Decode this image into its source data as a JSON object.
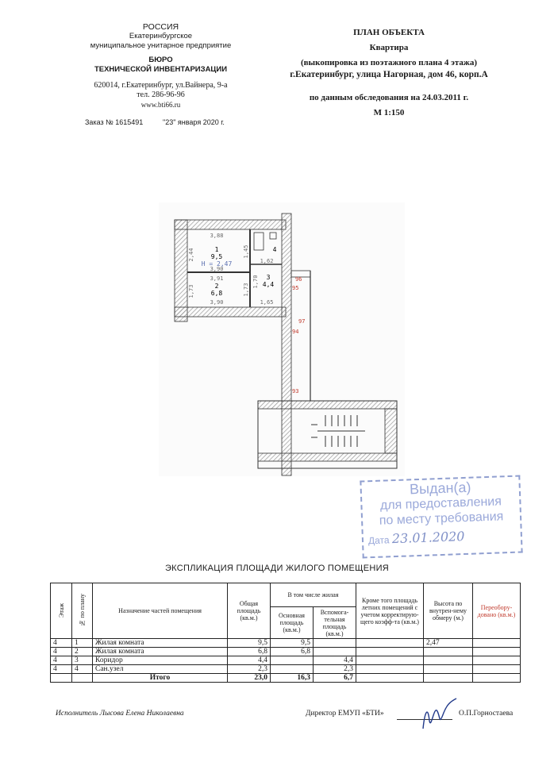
{
  "org": {
    "country": "РОССИЯ",
    "city_line": "Екатеринбургское",
    "enterprise_type": "муниципальное унитарное предприятие",
    "bureau_line1": "БЮРО",
    "bureau_line2": "ТЕХНИЧЕСКОЙ ИНВЕНТАРИЗАЦИИ",
    "address": "620014, г.Екатеринбург, ул.Вайнера, 9-а",
    "phone": "тел. 286-96-96",
    "site": "www.bti66.ru",
    "order": "Заказ № 1615491",
    "order_date": "\"23\" января 2020 г."
  },
  "plan_header": {
    "title": "ПЛАН ОБЪЕКТА",
    "object": "Квартира",
    "source": "(выкопировка из поэтажного плана 4 этажа)",
    "address": "г.Екатеринбург, улица Нагорная, дом 46, корп.А",
    "survey": "по данным обследования на 24.03.2011 г.",
    "scale": "М 1:150"
  },
  "plan": {
    "rooms": [
      {
        "num": "1",
        "area": "9,5"
      },
      {
        "num": "2",
        "area": "6,8"
      },
      {
        "num": "3",
        "area": "4,4"
      },
      {
        "num": "4",
        "area": ""
      }
    ],
    "height_label": "H = 2,47",
    "dims": [
      "3,88",
      "3,90",
      "3,91",
      "3,90",
      "2,44",
      "1,73",
      "1,45",
      "1,62",
      "1,65",
      "1,73",
      "1,70"
    ],
    "markers": [
      "96",
      "95",
      "97",
      "94",
      "93"
    ]
  },
  "stamp": {
    "line1": "Выдан(а)",
    "line2": "для предоставления",
    "line3": "по месту требования",
    "date_label": "Дата",
    "date_value": "23.01.2020"
  },
  "table": {
    "title": "ЭКСПЛИКАЦИЯ ПЛОЩАДИ ЖИЛОГО ПОМЕЩЕНИЯ",
    "headers": {
      "floor": "Этаж",
      "room_no": "№ по плану",
      "name": "Назначение частей помещения",
      "total": "Общая площадь (кв.м.)",
      "incl": "В том числе жилая",
      "main": "Основная площадь (кв.м.)",
      "aux": "Вспомога-тельная площадь (кв.м.)",
      "summer": "Кроме того площадь летних помещений с учетом корректирую-щего коэфф-та (кв.м.)",
      "height": "Высота по внутрен-нему обмеру (м.)",
      "reequip": "Переобору-довано (кв.м.)"
    },
    "rows": [
      {
        "floor": "4",
        "no": "1",
        "name": "Жилая комната",
        "total": "9,5",
        "main": "9,5",
        "aux": "",
        "summer": "",
        "height": "2,47",
        "reequip": ""
      },
      {
        "floor": "4",
        "no": "2",
        "name": "Жилая комната",
        "total": "6,8",
        "main": "6,8",
        "aux": "",
        "summer": "",
        "height": "",
        "reequip": ""
      },
      {
        "floor": "4",
        "no": "3",
        "name": "Коридор",
        "total": "4,4",
        "main": "",
        "aux": "4,4",
        "summer": "",
        "height": "",
        "reequip": ""
      },
      {
        "floor": "4",
        "no": "4",
        "name": "Сан.узел",
        "total": "2,3",
        "main": "",
        "aux": "2,3",
        "summer": "",
        "height": "",
        "reequip": ""
      }
    ],
    "total_row": {
      "label": "Итого",
      "total": "23,0",
      "main": "16,3",
      "aux": "6,7"
    }
  },
  "footer": {
    "executor": "Исполнитель Лысова Елена Николаевна",
    "director": "Директор ЕМУП «БТИ»",
    "director_name": "О.П.Горностаева"
  },
  "colors": {
    "stamp": "#7d8fc8",
    "red_text": "#c0392b",
    "dims": "#6b6b6b"
  }
}
